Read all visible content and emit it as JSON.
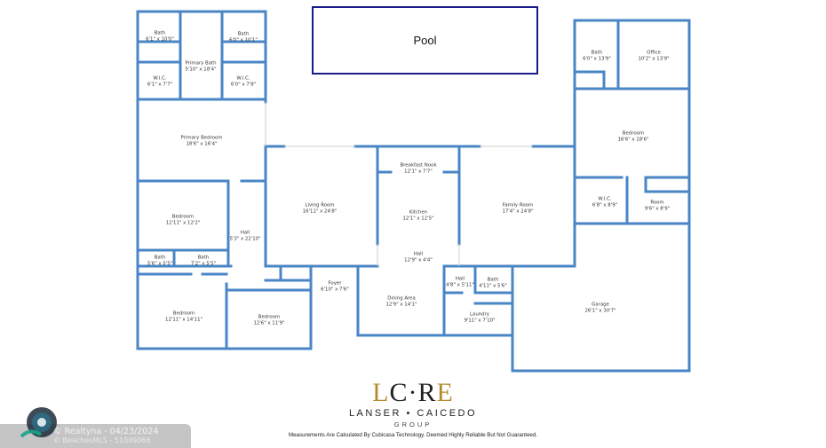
{
  "pool": {
    "label": "Pool"
  },
  "rooms": [
    {
      "name": "Bath",
      "dim": "6'1\" x 10'0\""
    },
    {
      "name": "Bath",
      "dim": "6'0\" x 10'1\""
    },
    {
      "name": "Primary Bath",
      "dim": "5'10\" x 18'4\""
    },
    {
      "name": "W.I.C.",
      "dim": "6'1\" x 7'7\""
    },
    {
      "name": "W.I.C.",
      "dim": "6'0\" x 7'8\""
    },
    {
      "name": "Primary Bedroom",
      "dim": "18'6\" x 16'4\""
    },
    {
      "name": "Bedroom",
      "dim": "12'11\" x 12'2\""
    },
    {
      "name": "Hall",
      "dim": "5'3\" x 22'10\""
    },
    {
      "name": "Bath",
      "dim": "5'6\" x 5'5\""
    },
    {
      "name": "Bath",
      "dim": "7'2\" x 5'5\""
    },
    {
      "name": "Bedroom",
      "dim": "12'11\" x 14'11\""
    },
    {
      "name": "Bedroom",
      "dim": "12'6\" x 11'9\""
    },
    {
      "name": "Living Room",
      "dim": "16'11\" x 24'8\""
    },
    {
      "name": "Breakfast Nook",
      "dim": "12'1\" x 7'7\""
    },
    {
      "name": "Kitchen",
      "dim": "12'1\" x 12'5\""
    },
    {
      "name": "Family Room",
      "dim": "17'4\" x 24'8\""
    },
    {
      "name": "Hall",
      "dim": "12'9\" x 4'4\""
    },
    {
      "name": "Foyer",
      "dim": "6'10\" x 7'6\""
    },
    {
      "name": "Dining Area",
      "dim": "12'9\" x 14'1\""
    },
    {
      "name": "Hall",
      "dim": "4'8\" x 5'11\""
    },
    {
      "name": "Bath",
      "dim": "4'11\" x 5'6\""
    },
    {
      "name": "Laundry",
      "dim": "9'11\" x 7'10\""
    },
    {
      "name": "Bath",
      "dim": "6'0\" x 13'9\""
    },
    {
      "name": "Office",
      "dim": "10'2\" x 13'9\""
    },
    {
      "name": "Bedroom",
      "dim": "16'6\" x 18'6\""
    },
    {
      "name": "W.I.C.",
      "dim": "6'8\" x 8'9\""
    },
    {
      "name": "Room",
      "dim": "9'6\" x 8'9\""
    },
    {
      "name": "Garage",
      "dim": "26'1\" x 30'7\""
    }
  ],
  "logo": {
    "mark_l": "L",
    "mark_c": "C",
    "mark_dot": "·",
    "mark_r": "R",
    "mark_e": "E",
    "name": "LANSER • CAICEDO",
    "group": "GROUP"
  },
  "disclaimer": "Measurements Are Calculated By Cubicasa Technology. Deemed Highly Reliable But Not Guaranteed.",
  "watermark": {
    "line1": "© Realtyna - 04/23/2024",
    "line2": "© BeachesMLS - 51049066"
  },
  "colors": {
    "wall": "#4a86c6",
    "pool_border": "#1a1a8c",
    "logo_gold": "#b58a2e"
  }
}
